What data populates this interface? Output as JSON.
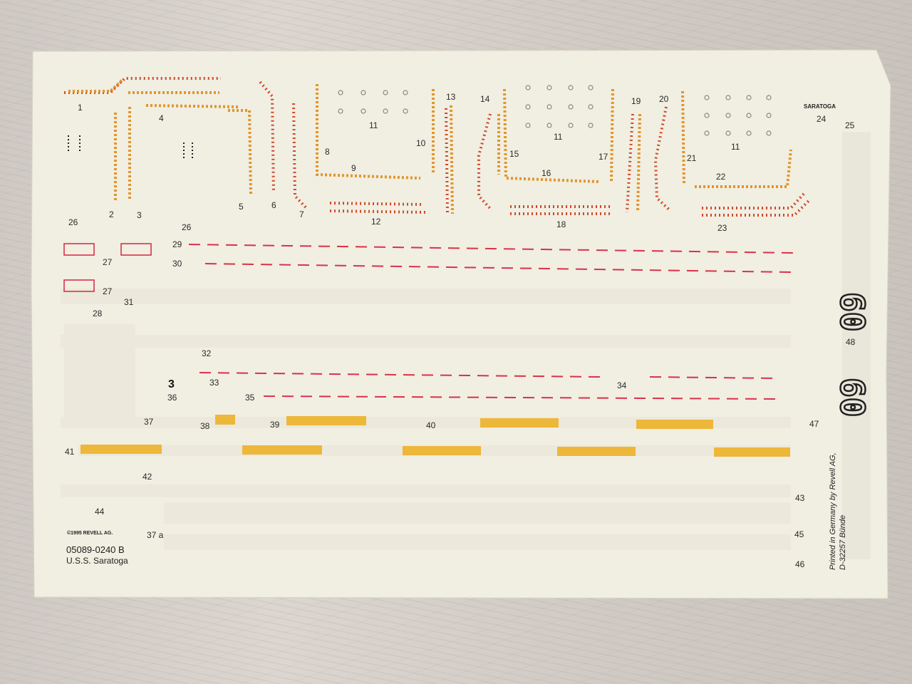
{
  "sheet": {
    "copyright": "©1995 REVELL AG.",
    "part_number": "05089-0240 B",
    "kit_name": "U.S.S.  Saratoga",
    "name_decal": "SARATOGA",
    "printed_line1": "Printed in Germany by Revell AG,",
    "printed_line2": "D-32257 Bünde",
    "hull_numbers_a": "60",
    "hull_numbers_b": "60"
  },
  "decal_numbers": {
    "n1": "1",
    "n2": "2",
    "n3": "3",
    "n4": "4",
    "n5": "5",
    "n6": "6",
    "n7": "7",
    "n8": "8",
    "n9": "9",
    "n10": "10",
    "n11a": "11",
    "n11b": "11",
    "n11c": "11",
    "n12": "12",
    "n13": "13",
    "n14": "14",
    "n15": "15",
    "n16": "16",
    "n17": "17",
    "n18": "18",
    "n19": "19",
    "n20": "20",
    "n21": "21",
    "n22": "22",
    "n23": "23",
    "n24": "24",
    "n25": "25",
    "n26a": "26",
    "n26b": "26",
    "n27a": "27",
    "n27b": "27",
    "n28": "28",
    "n29": "29",
    "n30": "30",
    "n31": "31",
    "n32": "32",
    "n33": "33",
    "n34": "34",
    "n35": "35",
    "n36": "36",
    "n37": "37",
    "n37a": "37 a",
    "n38": "38",
    "n39": "39",
    "n40": "40",
    "n41": "41",
    "n42": "42",
    "n43": "43",
    "n44": "44",
    "n45": "45",
    "n46": "46",
    "n47": "47",
    "n48": "48"
  },
  "colors": {
    "paper": "#f1eee2",
    "hazard_orange": "#e0962a",
    "hazard_red": "#cf4a2a",
    "deck_red": "#d8324a",
    "deck_yellow": "#edb73a"
  }
}
